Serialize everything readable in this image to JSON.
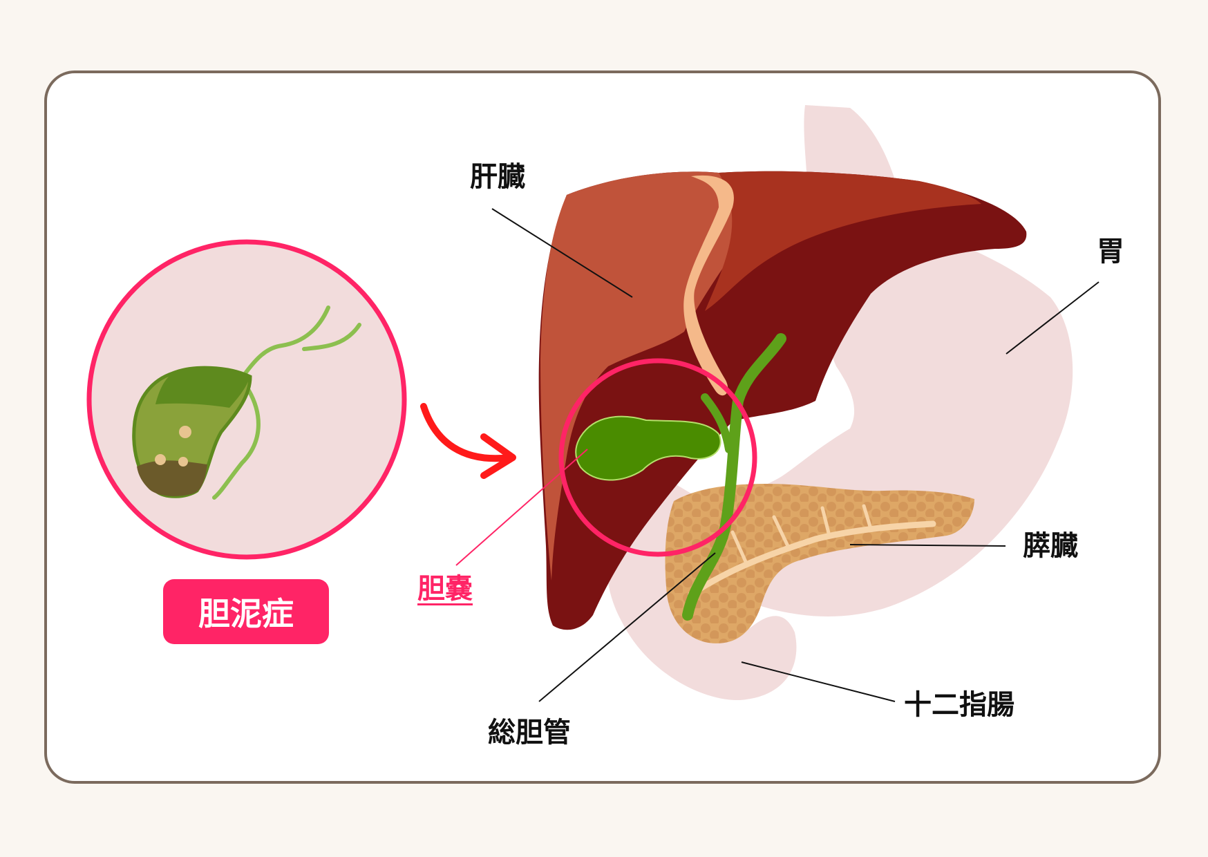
{
  "colors": {
    "accent": "#ff2466",
    "liver_light": "#c0533a",
    "liver_dark": "#7a1212",
    "stomach": "#f2dcdc",
    "pancreas": "#dea766",
    "gallbladder": "#4a8c00",
    "bile_duct": "#5ea11a",
    "frame_border": "#7b6a5d"
  },
  "labels": {
    "liver": "肝臓",
    "stomach": "胃",
    "gallbladder": "胆嚢",
    "pancreas": "膵臓",
    "common_bile_duct": "総胆管",
    "duodenum": "十二指腸"
  },
  "inset": {
    "condition_label": "胆泥症"
  }
}
